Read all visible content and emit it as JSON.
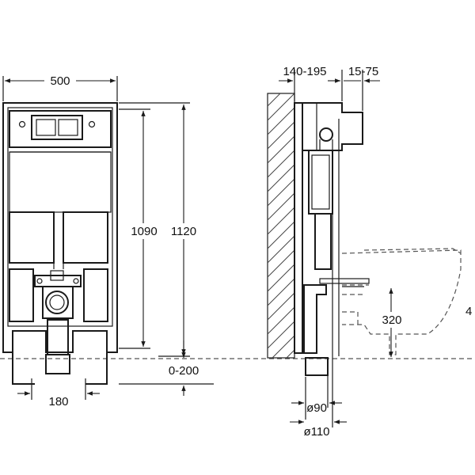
{
  "front_view": {
    "dimensions": {
      "width": "500",
      "height_frame": "1090",
      "height_total": "1120",
      "leg_adjust": "0-200",
      "bolt_spacing": "180"
    }
  },
  "side_view": {
    "dimensions": {
      "depth_range": "140-195",
      "plate_range": "15-75",
      "outlet_height": "320",
      "pipe_inner": "ø90",
      "pipe_outer": "ø110",
      "cut_label": "4"
    }
  }
}
